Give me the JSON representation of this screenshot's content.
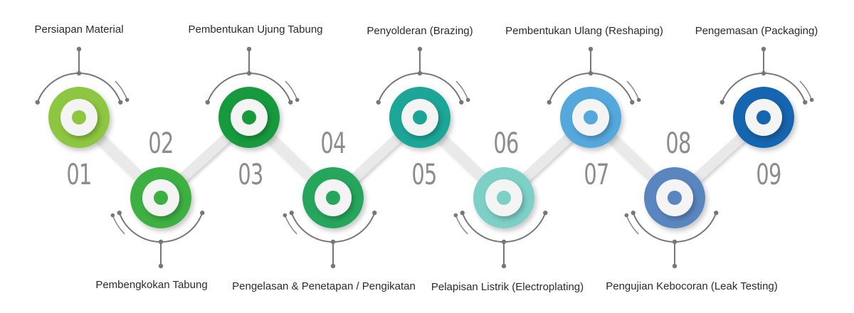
{
  "steps": [
    {
      "number": "01",
      "label": "Persiapan Material",
      "color": "#8dc63f"
    },
    {
      "number": "02",
      "label": "Pembengkokan Tabung",
      "color": "#3cb043"
    },
    {
      "number": "03",
      "label": "Pembentukan Ujung Tabung",
      "color": "#179a3e"
    },
    {
      "number": "04",
      "label": "Pengelasan & Penetapan / Pengikatan",
      "color": "#26a65b"
    },
    {
      "number": "05",
      "label": "Penyolderan (Brazing)",
      "color": "#1aa697"
    },
    {
      "number": "06",
      "label": "Pelapisan Listrik (Electroplating)",
      "color": "#7dd0c6"
    },
    {
      "number": "07",
      "label": "Pembentukan Ulang (Reshaping)",
      "color": "#55a8dc"
    },
    {
      "number": "08",
      "label": "Pengujian Kebocoran (Leak Testing)",
      "color": "#5a86c0"
    },
    {
      "number": "09",
      "label": "Pengemasan (Packaging)",
      "color": "#1565b0"
    }
  ]
}
